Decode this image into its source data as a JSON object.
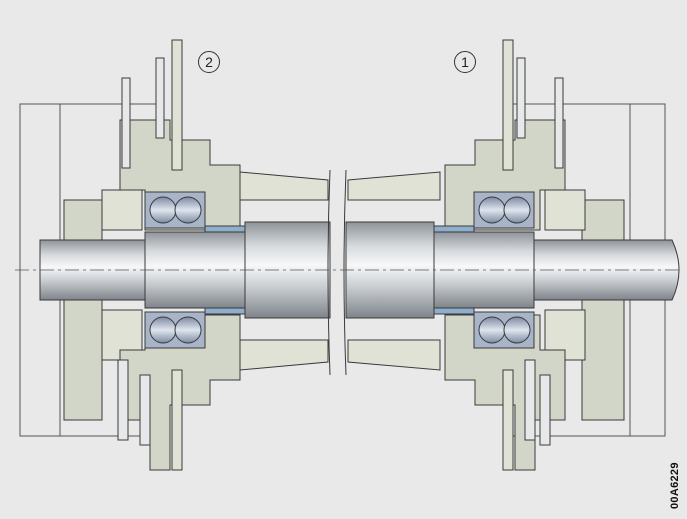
{
  "figure": {
    "callouts": [
      {
        "id": "callout-2",
        "label": "2"
      },
      {
        "id": "callout-1",
        "label": "1"
      }
    ],
    "drawing_code": "00A6229"
  },
  "colors": {
    "background": "#e9e9e9",
    "housing_fill": "#d2d6c8",
    "housing_light": "#dfe2d5",
    "shaft_light": "#f5f6f7",
    "shaft_dark": "#9da3a8",
    "bearing_fill": "#a8b4c8",
    "sleeve_blue": "#8faecb",
    "line": "#3a3a3a"
  }
}
